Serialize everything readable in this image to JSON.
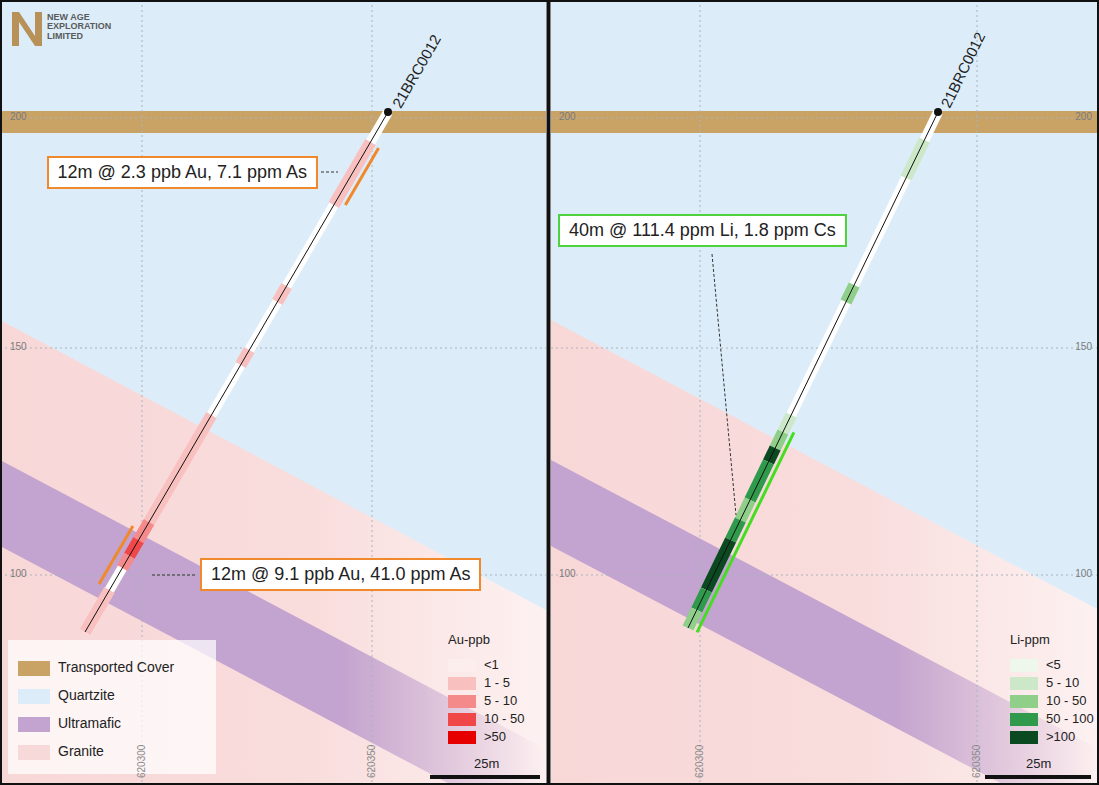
{
  "diagram": {
    "nodes": [
      {
        "text": [
          "12m @ 2.3 ppb Au, 7.1 ppm As"
        ]
      },
      {
        "text": [
          "12m @ 9.1 ppb Au, 41.0 ppm As"
        ]
      },
      {
        "text": [
          "40m @ 111.4 ppm Li, 1.8 ppm Cs"
        ]
      }
    ],
    "labels": [
      "NEW AGE EXPLORATION LIMITED",
      "21BRC0012",
      "200",
      "150",
      "100",
      "620300",
      "620350",
      "Au-ppb",
      "25m",
      "21BRC0012",
      "200",
      "200",
      "150",
      "100",
      "100",
      "620300",
      "620350",
      "Li-ppm",
      "25m"
    ],
    "legend": [
      {
        "text": "Transported Cover",
        "color": "#c9a266"
      },
      {
        "text": "Quartzite",
        "color": "#dcedf9"
      },
      {
        "text": "Ultramafic",
        "color": "#c3a3cf"
      },
      {
        "text": "Granite",
        "color": "#f8d9d9"
      },
      {
        "text": "<1",
        "color": "#fdeeee"
      },
      {
        "text": "1 - 5",
        "color": "#f9c0c0"
      },
      {
        "text": "5 - 10",
        "color": "#f58a8a"
      },
      {
        "text": "10 - 50",
        "color": "#f04848"
      },
      {
        "text": ">50",
        "color": "#e60000"
      },
      {
        "text": "<5",
        "color": "#eef7ec"
      },
      {
        "text": "5 - 10",
        "color": "#cde8c9"
      },
      {
        "text": "10 - 50",
        "color": "#8fcf8a"
      },
      {
        "text": "50 - 100",
        "color": "#2f9a4b"
      },
      {
        "text": ">100",
        "color": "#0b4a20"
      }
    ]
  }
}
